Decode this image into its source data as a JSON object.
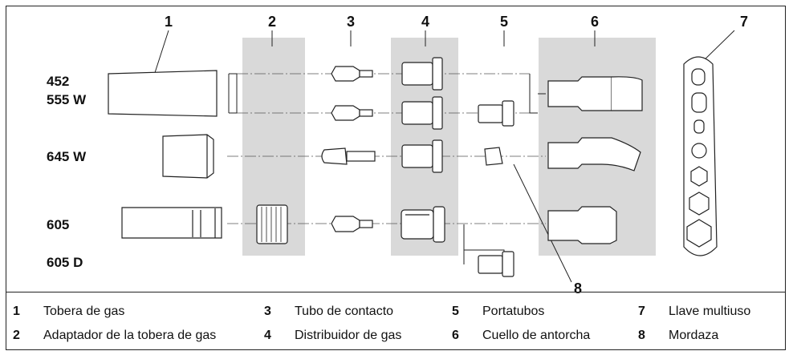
{
  "numbers": [
    "1",
    "2",
    "3",
    "4",
    "5",
    "6",
    "7",
    "8"
  ],
  "models": [
    "452",
    "555 W",
    "645 W",
    "605",
    "605 D"
  ],
  "legend": [
    {
      "num": "1",
      "text": "Tobera de gas"
    },
    {
      "num": "2",
      "text": "Adaptador de la tobera de gas"
    },
    {
      "num": "3",
      "text": "Tubo de contacto"
    },
    {
      "num": "4",
      "text": "Distribuidor de gas"
    },
    {
      "num": "5",
      "text": "Portatubos"
    },
    {
      "num": "6",
      "text": "Cuello de antorcha"
    },
    {
      "num": "7",
      "text": "Llave multiuso"
    },
    {
      "num": "8",
      "text": "Mordaza"
    }
  ],
  "colors": {
    "band": "#d9d9d9",
    "line": "#222222",
    "part_fill": "#ffffff"
  }
}
